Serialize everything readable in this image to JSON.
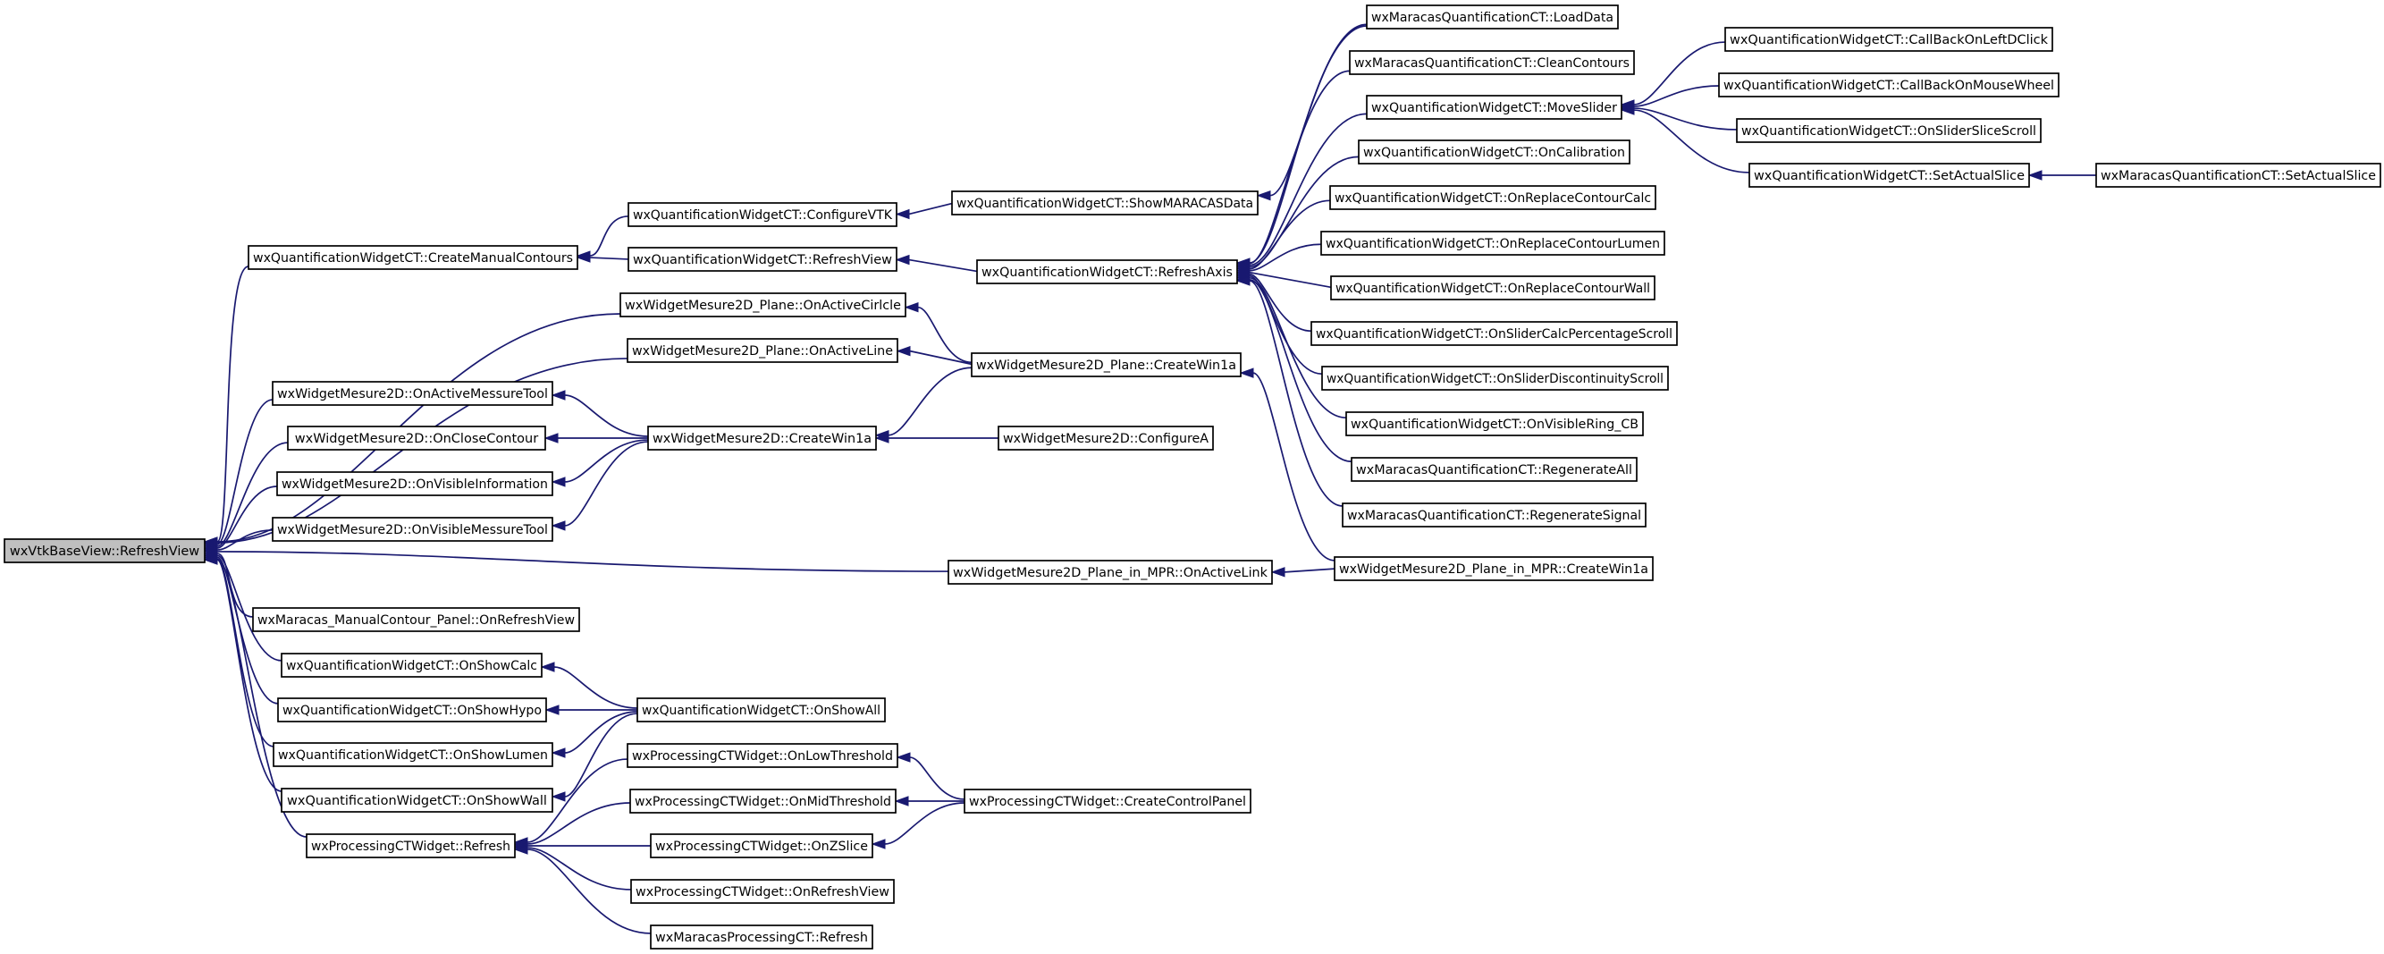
{
  "graph": {
    "type": "call-graph",
    "colors": {
      "edge": "#191970",
      "root_fill": "#bfbfbf",
      "node_fill": "#ffffff",
      "node_border": "#000000"
    },
    "nodes": [
      {
        "id": "n0",
        "label": "wxVtkBaseView::RefreshView",
        "root": true
      },
      {
        "id": "n1",
        "label": "wxQuantificationWidgetCT::CreateManualContours"
      },
      {
        "id": "n2",
        "label": "wxQuantificationWidgetCT::ConfigureVTK"
      },
      {
        "id": "n3",
        "label": "wxQuantificationWidgetCT::ShowMARACASData"
      },
      {
        "id": "n4",
        "label": "wxMaracasQuantificationCT::LoadData"
      },
      {
        "id": "n5",
        "label": "wxQuantificationWidgetCT::RefreshView"
      },
      {
        "id": "n6",
        "label": "wxQuantificationWidgetCT::RefreshAxis"
      },
      {
        "id": "n7",
        "label": "wxMaracasQuantificationCT::CleanContours"
      },
      {
        "id": "n8",
        "label": "wxQuantificationWidgetCT::MoveSlider"
      },
      {
        "id": "n9",
        "label": "wxQuantificationWidgetCT::CallBackOnLeftDClick"
      },
      {
        "id": "n10",
        "label": "wxQuantificationWidgetCT::CallBackOnMouseWheel"
      },
      {
        "id": "n11",
        "label": "wxQuantificationWidgetCT::OnSliderSliceScroll"
      },
      {
        "id": "n12",
        "label": "wxQuantificationWidgetCT::SetActualSlice"
      },
      {
        "id": "n13",
        "label": "wxMaracasQuantificationCT::SetActualSlice"
      },
      {
        "id": "n14",
        "label": "wxQuantificationWidgetCT::OnCalibration"
      },
      {
        "id": "n15",
        "label": "wxQuantificationWidgetCT::OnReplaceContourCalc"
      },
      {
        "id": "n16",
        "label": "wxQuantificationWidgetCT::OnReplaceContourLumen"
      },
      {
        "id": "n17",
        "label": "wxQuantificationWidgetCT::OnReplaceContourWall"
      },
      {
        "id": "n18",
        "label": "wxQuantificationWidgetCT::OnSliderCalcPercentageScroll"
      },
      {
        "id": "n19",
        "label": "wxQuantificationWidgetCT::OnSliderDiscontinuityScroll"
      },
      {
        "id": "n20",
        "label": "wxQuantificationWidgetCT::OnVisibleRing_CB"
      },
      {
        "id": "n21",
        "label": "wxMaracasQuantificationCT::RegenerateAll"
      },
      {
        "id": "n22",
        "label": "wxMaracasQuantificationCT::RegenerateSignal"
      },
      {
        "id": "n23",
        "label": "wxWidgetMesure2D_Plane::OnActiveCirlcle"
      },
      {
        "id": "n24",
        "label": "wxWidgetMesure2D_Plane::CreateWin1a"
      },
      {
        "id": "n25",
        "label": "wxWidgetMesure2D_Plane::OnActiveLine"
      },
      {
        "id": "n26",
        "label": "wxWidgetMesure2D::OnActiveMessureTool"
      },
      {
        "id": "n27",
        "label": "wxWidgetMesure2D::CreateWin1a"
      },
      {
        "id": "n28",
        "label": "wxWidgetMesure2D::OnCloseContour"
      },
      {
        "id": "n29",
        "label": "wxWidgetMesure2D::ConfigureA"
      },
      {
        "id": "n30",
        "label": "wxWidgetMesure2D::OnVisibleInformation"
      },
      {
        "id": "n31",
        "label": "wxWidgetMesure2D::OnVisibleMessureTool"
      },
      {
        "id": "n32",
        "label": "wxWidgetMesure2D_Plane_in_MPR::OnActiveLink"
      },
      {
        "id": "n33",
        "label": "wxWidgetMesure2D_Plane_in_MPR::CreateWin1a"
      },
      {
        "id": "n34",
        "label": "wxMaracas_ManualContour_Panel::OnRefreshView"
      },
      {
        "id": "n35",
        "label": "wxQuantificationWidgetCT::OnShowCalc"
      },
      {
        "id": "n36",
        "label": "wxQuantificationWidgetCT::OnShowAll"
      },
      {
        "id": "n37",
        "label": "wxQuantificationWidgetCT::OnShowHypo"
      },
      {
        "id": "n38",
        "label": "wxQuantificationWidgetCT::OnShowLumen"
      },
      {
        "id": "n39",
        "label": "wxQuantificationWidgetCT::OnShowWall"
      },
      {
        "id": "n40",
        "label": "wxProcessingCTWidget::OnLowThreshold"
      },
      {
        "id": "n41",
        "label": "wxProcessingCTWidget::CreateControlPanel"
      },
      {
        "id": "n42",
        "label": "wxProcessingCTWidget::Refresh"
      },
      {
        "id": "n43",
        "label": "wxProcessingCTWidget::OnMidThreshold"
      },
      {
        "id": "n44",
        "label": "wxProcessingCTWidget::OnZSlice"
      },
      {
        "id": "n45",
        "label": "wxProcessingCTWidget::OnRefreshView"
      },
      {
        "id": "n46",
        "label": "wxMaracasProcessingCT::Refresh"
      }
    ],
    "edges": [
      {
        "to": "n0",
        "from": "n1"
      },
      {
        "to": "n0",
        "from": "n23"
      },
      {
        "to": "n0",
        "from": "n25"
      },
      {
        "to": "n0",
        "from": "n26"
      },
      {
        "to": "n0",
        "from": "n28"
      },
      {
        "to": "n0",
        "from": "n30"
      },
      {
        "to": "n0",
        "from": "n31"
      },
      {
        "to": "n0",
        "from": "n32"
      },
      {
        "to": "n0",
        "from": "n34"
      },
      {
        "to": "n0",
        "from": "n35"
      },
      {
        "to": "n0",
        "from": "n37"
      },
      {
        "to": "n0",
        "from": "n38"
      },
      {
        "to": "n0",
        "from": "n39"
      },
      {
        "to": "n0",
        "from": "n42"
      },
      {
        "to": "n1",
        "from": "n2"
      },
      {
        "to": "n1",
        "from": "n5"
      },
      {
        "to": "n2",
        "from": "n3"
      },
      {
        "to": "n3",
        "from": "n4"
      },
      {
        "to": "n5",
        "from": "n6"
      },
      {
        "to": "n6",
        "from": "n4"
      },
      {
        "to": "n6",
        "from": "n7"
      },
      {
        "to": "n6",
        "from": "n8"
      },
      {
        "to": "n6",
        "from": "n14"
      },
      {
        "to": "n6",
        "from": "n15"
      },
      {
        "to": "n6",
        "from": "n16"
      },
      {
        "to": "n6",
        "from": "n17"
      },
      {
        "to": "n6",
        "from": "n18"
      },
      {
        "to": "n6",
        "from": "n19"
      },
      {
        "to": "n6",
        "from": "n20"
      },
      {
        "to": "n6",
        "from": "n21"
      },
      {
        "to": "n6",
        "from": "n22"
      },
      {
        "to": "n8",
        "from": "n9"
      },
      {
        "to": "n8",
        "from": "n10"
      },
      {
        "to": "n8",
        "from": "n11"
      },
      {
        "to": "n8",
        "from": "n12"
      },
      {
        "to": "n12",
        "from": "n13"
      },
      {
        "to": "n23",
        "from": "n24"
      },
      {
        "to": "n25",
        "from": "n24"
      },
      {
        "to": "n26",
        "from": "n27"
      },
      {
        "to": "n28",
        "from": "n27"
      },
      {
        "to": "n30",
        "from": "n27"
      },
      {
        "to": "n31",
        "from": "n27"
      },
      {
        "to": "n27",
        "from": "n24"
      },
      {
        "to": "n27",
        "from": "n29"
      },
      {
        "to": "n24",
        "from": "n33"
      },
      {
        "to": "n32",
        "from": "n33"
      },
      {
        "to": "n35",
        "from": "n36"
      },
      {
        "to": "n37",
        "from": "n36"
      },
      {
        "to": "n38",
        "from": "n36"
      },
      {
        "to": "n39",
        "from": "n36"
      },
      {
        "to": "n42",
        "from": "n40"
      },
      {
        "to": "n42",
        "from": "n43"
      },
      {
        "to": "n42",
        "from": "n44"
      },
      {
        "to": "n42",
        "from": "n45"
      },
      {
        "to": "n42",
        "from": "n46"
      },
      {
        "to": "n40",
        "from": "n41"
      },
      {
        "to": "n43",
        "from": "n41"
      },
      {
        "to": "n44",
        "from": "n41"
      }
    ]
  }
}
